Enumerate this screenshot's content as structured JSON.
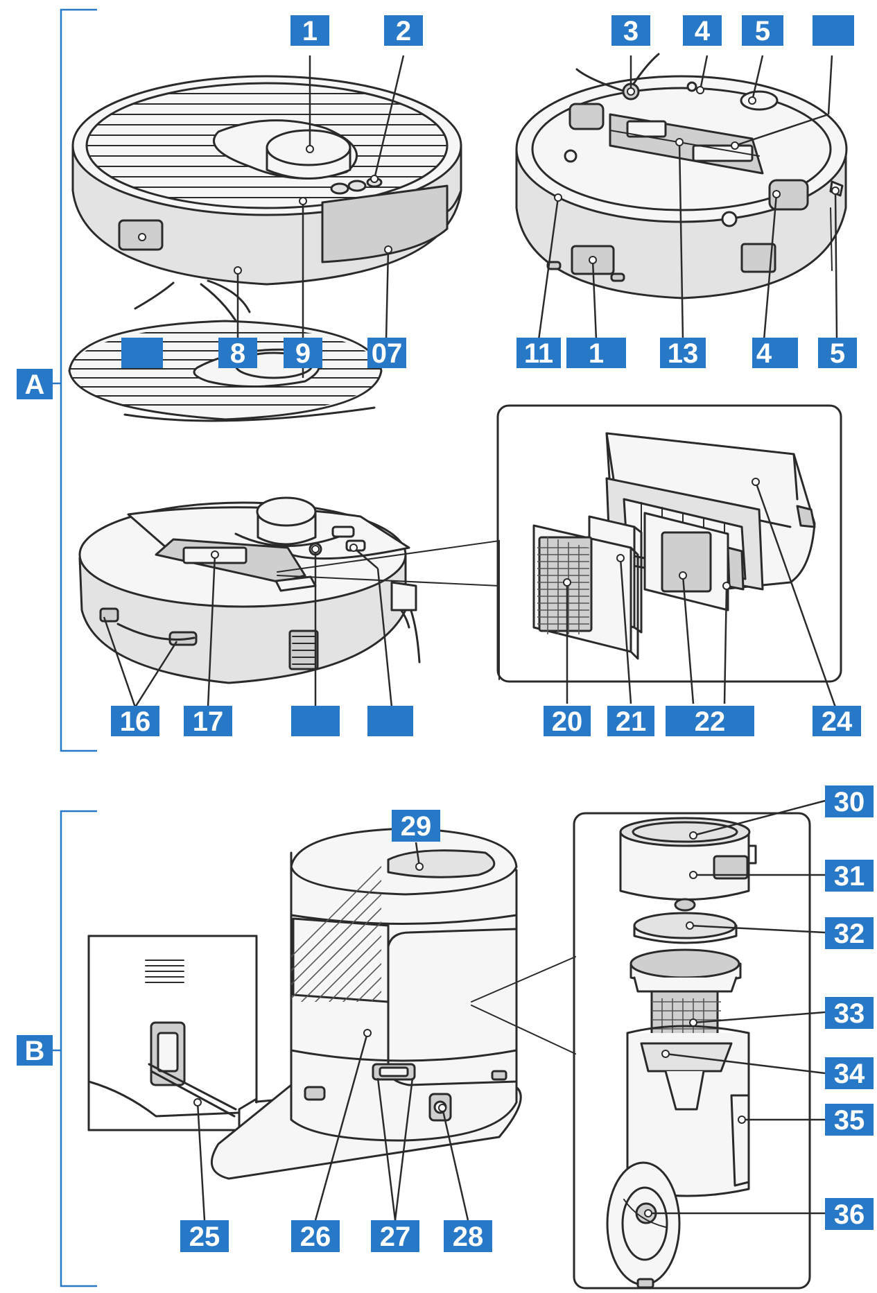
{
  "sections": [
    {
      "id": "A",
      "label": "A"
    },
    {
      "id": "B",
      "label": "B"
    }
  ],
  "callouts": [
    {
      "id": "c1",
      "text": "1"
    },
    {
      "id": "c2",
      "text": "2"
    },
    {
      "id": "c3",
      "text": "3"
    },
    {
      "id": "c4a",
      "text": "4"
    },
    {
      "id": "c5a",
      "text": "5"
    },
    {
      "id": "c6",
      "text": ""
    },
    {
      "id": "c7",
      "text": ""
    },
    {
      "id": "c8",
      "text": "8"
    },
    {
      "id": "c9",
      "text": "9"
    },
    {
      "id": "c10",
      "text": "07"
    },
    {
      "id": "c11",
      "text": "11"
    },
    {
      "id": "c12",
      "text": "1"
    },
    {
      "id": "c13",
      "text": "13"
    },
    {
      "id": "c14",
      "text": "4"
    },
    {
      "id": "c15",
      "text": "5"
    },
    {
      "id": "c16",
      "text": "16"
    },
    {
      "id": "c17",
      "text": "17"
    },
    {
      "id": "c18",
      "text": ""
    },
    {
      "id": "c19",
      "text": ""
    },
    {
      "id": "c20",
      "text": "20"
    },
    {
      "id": "c21",
      "text": "21"
    },
    {
      "id": "c22",
      "text": "22"
    },
    {
      "id": "c24",
      "text": "24"
    },
    {
      "id": "c25",
      "text": "25"
    },
    {
      "id": "c26",
      "text": "26"
    },
    {
      "id": "c27",
      "text": "27"
    },
    {
      "id": "c28",
      "text": "28"
    },
    {
      "id": "c29",
      "text": "29"
    },
    {
      "id": "c30",
      "text": "30"
    },
    {
      "id": "c31",
      "text": "31"
    },
    {
      "id": "c32",
      "text": "32"
    },
    {
      "id": "c33",
      "text": "33"
    },
    {
      "id": "c34",
      "text": "34"
    },
    {
      "id": "c35",
      "text": "35"
    },
    {
      "id": "c36",
      "text": "36"
    }
  ],
  "colors": {
    "label_fill": "#2878c8",
    "label_text": "#ffffff",
    "line": "#2a2a2a"
  }
}
